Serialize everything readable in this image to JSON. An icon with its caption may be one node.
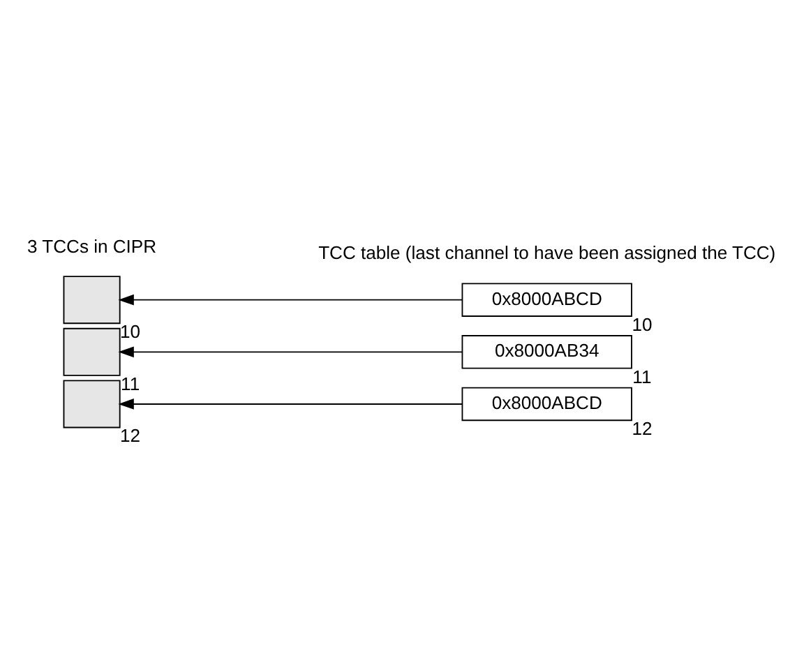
{
  "diagram": {
    "nodes": [
      {
        "text": [],
        "shape": "box",
        "beside": [
          "12"
        ]
      },
      {
        "text": [],
        "shape": "box",
        "beside": [
          "11"
        ]
      },
      {
        "text": [],
        "shape": "box",
        "beside": [
          "10"
        ]
      },
      {
        "text": [
          "0x8000ABCD"
        ],
        "beside": [
          "10"
        ]
      },
      {
        "text": [
          "0x8000AB34"
        ],
        "beside": [
          "11"
        ]
      },
      {
        "text": [
          "0x8000ABCD"
        ],
        "beside": [
          "12"
        ]
      }
    ],
    "edges": [
      {
        "from": 3,
        "to": 2,
        "arrow": "to"
      },
      {
        "from": 4,
        "to": 1,
        "arrow": "to"
      },
      {
        "from": 5,
        "to": 0,
        "arrow": "to"
      }
    ],
    "labels": [
      "3 TCCs in CIPR",
      "TCC table (last channel to have been assigned the TCC)"
    ]
  }
}
